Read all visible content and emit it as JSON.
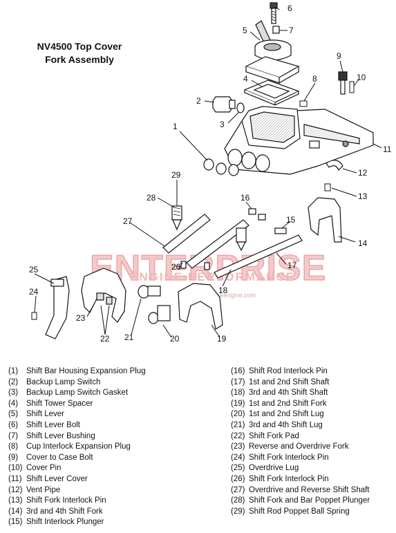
{
  "title": {
    "line1": "NV4500 Top Cover",
    "line2": "Fork Assembly"
  },
  "watermark": {
    "main": "ENTERPRISE",
    "sub": "ENGINE PERFORMANCE",
    "url": "www.enterpriseengine.com"
  },
  "callouts": [
    "1",
    "2",
    "3",
    "4",
    "5",
    "6",
    "7",
    "8",
    "9",
    "10",
    "11",
    "12",
    "13",
    "14",
    "15",
    "16",
    "17",
    "18",
    "19",
    "20",
    "21",
    "22",
    "23",
    "24",
    "25",
    "26",
    "27",
    "28",
    "29"
  ],
  "legend_left": [
    {
      "num": "(1)",
      "label": "Shift Bar Housing Expansion Plug"
    },
    {
      "num": "(2)",
      "label": "Backup Lamp Switch"
    },
    {
      "num": "(3)",
      "label": "Backup Lamp Switch Gasket"
    },
    {
      "num": "(4)",
      "label": "Shift Tower Spacer"
    },
    {
      "num": "(5)",
      "label": "Shift Lever"
    },
    {
      "num": "(6)",
      "label": "Shift Lever Bolt"
    },
    {
      "num": "(7)",
      "label": "Shift Lever Bushing"
    },
    {
      "num": "(8)",
      "label": "Cup Interlock Expansion Plug"
    },
    {
      "num": "(9)",
      "label": "Cover to Case Bolt"
    },
    {
      "num": "(10)",
      "label": "Cover Pin"
    },
    {
      "num": "(11)",
      "label": "Shift Lever Cover"
    },
    {
      "num": "(12)",
      "label": "Vent Pipe"
    },
    {
      "num": "(13)",
      "label": "Shift Fork Interlock Pin"
    },
    {
      "num": "(14)",
      "label": "3rd and 4th Shift Fork"
    },
    {
      "num": "(15)",
      "label": "Shift Interlock Plunger"
    }
  ],
  "legend_right": [
    {
      "num": "(16)",
      "label": "Shift Rod Interlock Pin"
    },
    {
      "num": "(17)",
      "label": "1st and 2nd Shift Shaft"
    },
    {
      "num": "(18)",
      "label": "3rd and 4th Shift Shaft"
    },
    {
      "num": "(19)",
      "label": "1st and 2nd Shift Fork"
    },
    {
      "num": "(20)",
      "label": "1st and 2nd Shift Lug"
    },
    {
      "num": "(21)",
      "label": "3rd and 4th Shift Lug"
    },
    {
      "num": "(22)",
      "label": "Shift Fork Pad"
    },
    {
      "num": "(23)",
      "label": "Reverse and Overdrive Fork"
    },
    {
      "num": "(24)",
      "label": "Shift Fork Interlock Pin"
    },
    {
      "num": "(25)",
      "label": "Overdrive Lug"
    },
    {
      "num": "(26)",
      "label": "Shift Fork Interlock Pin"
    },
    {
      "num": "(27)",
      "label": "Overdrive and Reverse Shift Shaft"
    },
    {
      "num": "(28)",
      "label": "Shift Fork and Bar Poppet Plunger"
    },
    {
      "num": "(29)",
      "label": "Shift Rod Poppet Ball Spring"
    }
  ]
}
